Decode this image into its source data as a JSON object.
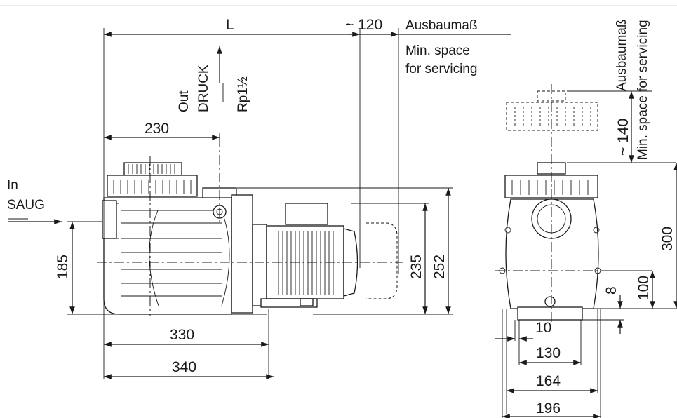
{
  "labels": {
    "length": "L",
    "clearance": "~ 120",
    "clearance_side": "~ 140",
    "removal_de": "Ausbaumaß",
    "removal_en_line1": "Min. space",
    "removal_en_line2": "for servicing",
    "removal_en_side": "Min. space for servicing",
    "outlet_en": "Out",
    "outlet_de": "DRUCK",
    "outlet_thread": "Rp1½",
    "inlet_en": "In",
    "inlet_de": "SAUG"
  },
  "dimensions": {
    "d230": "230",
    "d185": "185",
    "d235": "235",
    "d252": "252",
    "d330": "330",
    "d340": "340",
    "d300": "300",
    "d100": "100",
    "d8": "8",
    "d10": "10",
    "d130": "130",
    "d164": "164",
    "d196": "196"
  }
}
